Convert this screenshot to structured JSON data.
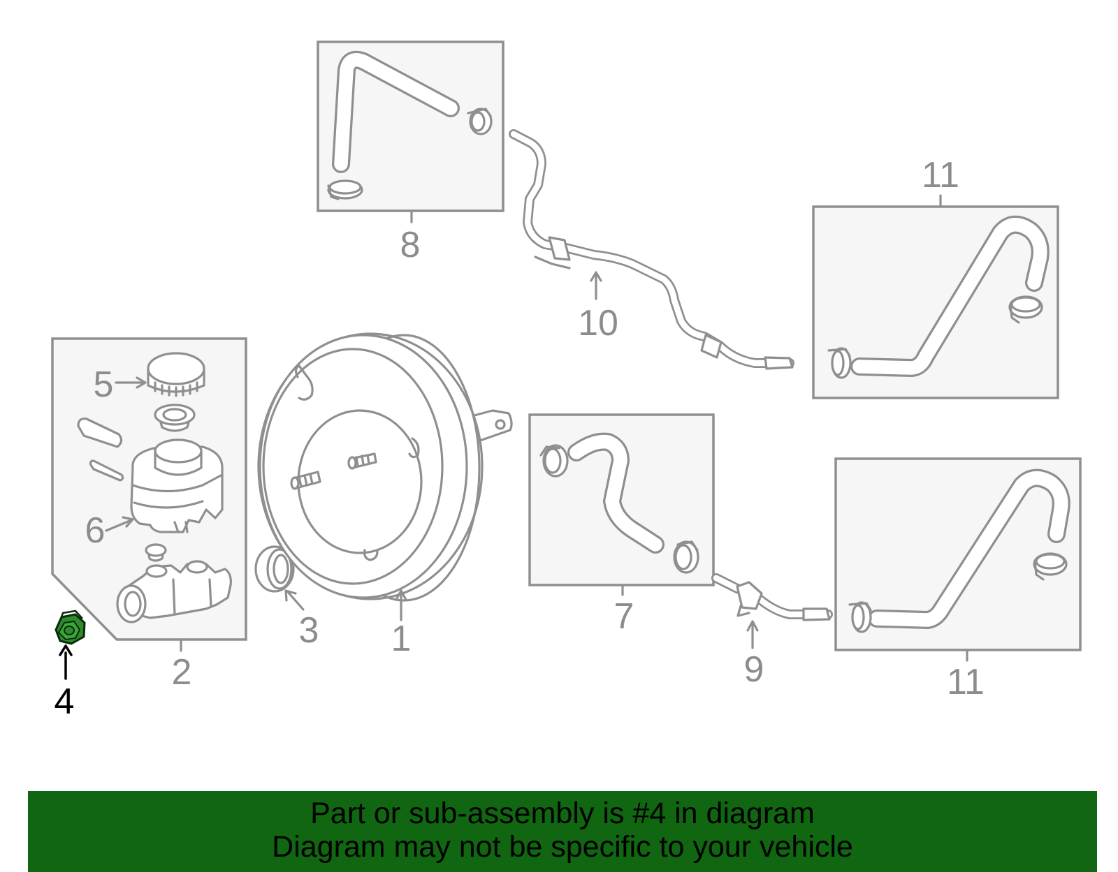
{
  "diagram": {
    "callouts": {
      "c1": "1",
      "c2": "2",
      "c3": "3",
      "c4": "4",
      "c5": "5",
      "c6": "6",
      "c7": "7",
      "c8": "8",
      "c9": "9",
      "c10": "10",
      "c11_top": "11",
      "c11_bottom": "11"
    },
    "highlighted_part": "4",
    "colors": {
      "line_art": "#8f8f8f",
      "highlight_part": "#2e8b2e",
      "banner_background": "#116611",
      "banner_text": "#000000"
    }
  },
  "banner": {
    "line1": "Part or sub-assembly is #4 in diagram",
    "line2": "Diagram may not be specific to your vehicle"
  }
}
